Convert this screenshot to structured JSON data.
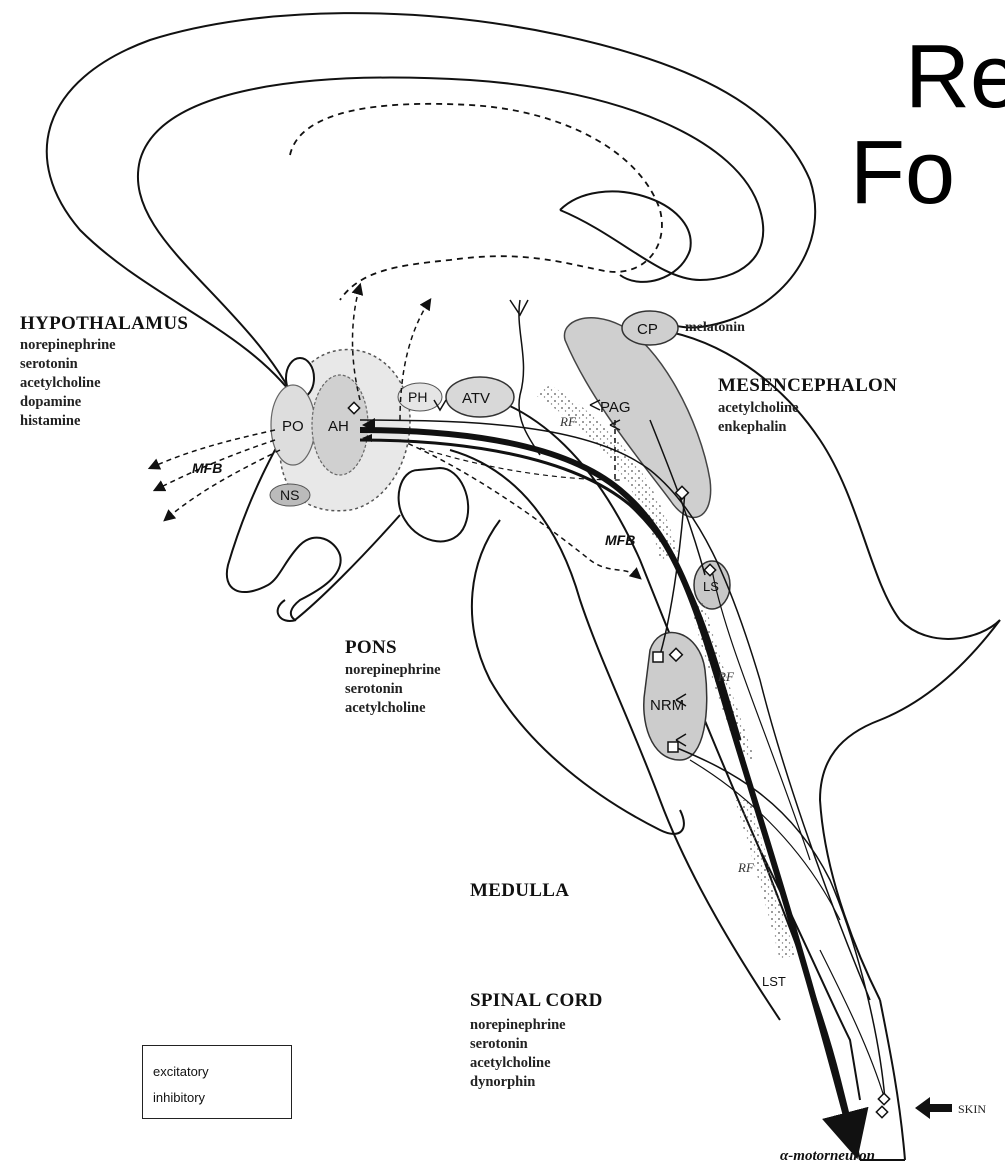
{
  "title_lines": [
    "Re",
    "Fo"
  ],
  "regions": {
    "hypothalamus": {
      "name": "HYPOTHALAMUS",
      "transmitters": [
        "norepinephrine",
        "serotonin",
        "acetylcholine",
        "dopamine",
        "histamine"
      ]
    },
    "mesencephalon": {
      "name": "MESENCEPHALON",
      "transmitters": [
        "acetylcholine",
        "enkephalin"
      ]
    },
    "pons": {
      "name": "PONS",
      "transmitters": [
        "norepinephrine",
        "serotonin",
        "acetylcholine"
      ]
    },
    "medulla": {
      "name": "MEDULLA",
      "transmitters": []
    },
    "spinal_cord": {
      "name": "SPINAL CORD",
      "transmitters": [
        "norepinephrine",
        "serotonin",
        "acetylcholine",
        "dynorphin"
      ]
    }
  },
  "nuclei": {
    "po": "PO",
    "ah": "AH",
    "ns": "NS",
    "ph": "PH",
    "atv": "ATV",
    "cp": "CP",
    "pag": "PAG",
    "ls": "LS",
    "nrm": "NRM"
  },
  "annotations": {
    "melatonin": "melatonin",
    "mfb_left": "MFB",
    "mfb_mid": "MFB",
    "rf_top": "RF",
    "rf_pons": "RF",
    "rf_medulla": "RF",
    "lst": "LST",
    "skin": "SKIN",
    "motorneuron": "α-motorneuron"
  },
  "legend": {
    "excitatory": "excitatory",
    "inhibitory": "inhibitory"
  }
}
